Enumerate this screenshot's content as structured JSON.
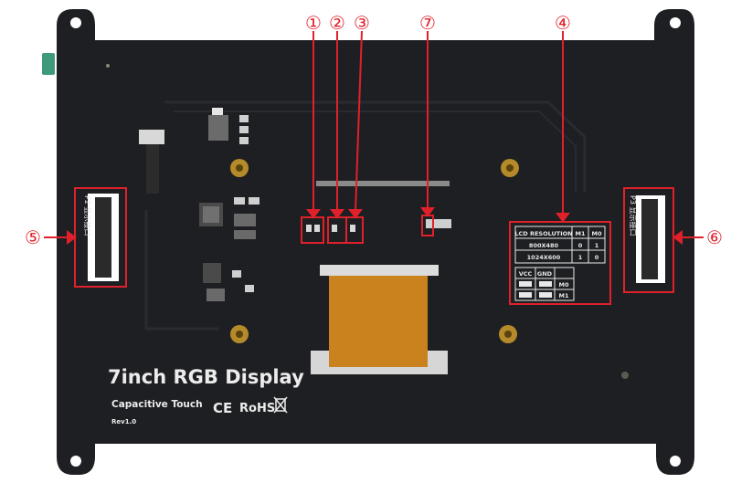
{
  "board": {
    "title": "7inch RGB Display",
    "subtitle": "Capacitive Touch",
    "revision": "Rev1.0",
    "cert_ce": "CE",
    "cert_rohs": "RoHS",
    "weee_icon": "crossed-bin-icon"
  },
  "callouts": [
    "①",
    "②",
    "③",
    "④",
    "⑤",
    "⑥",
    "⑦"
  ],
  "resolution_table": {
    "header": [
      "LCD RESOLUTION",
      "M1",
      "M0"
    ],
    "rows": [
      [
        "800X480",
        "0",
        "1"
      ],
      [
        "1024X600",
        "1",
        "0"
      ]
    ]
  },
  "pin_table": {
    "header": [
      "VCC",
      "GND"
    ],
    "rows": [
      "M0",
      "M1"
    ]
  },
  "connector_left_label": "P2 显示接口",
  "connector_right_label": "P3 显示接口",
  "colors": {
    "pcb": "#1e1f22",
    "callout": "#e0202a",
    "fpc": "#c9821d",
    "silkscreen": "#e8e8e8"
  }
}
